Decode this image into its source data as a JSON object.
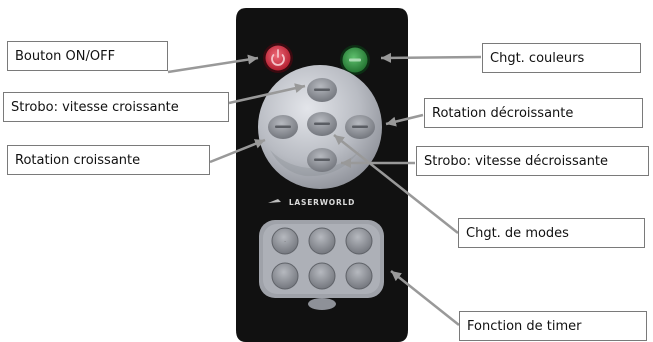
{
  "callouts": {
    "on_off": "Bouton ON/OFF",
    "colors": "Chgt. couleurs",
    "strobe_up": "Strobo: vitesse croissante",
    "rotation_down": "Rotation décroissante",
    "rotation_up": "Rotation croissante",
    "strobe_down": "Strobo: vitesse décroissante",
    "modes": "Chgt. de modes",
    "timer": "Fonction de timer"
  },
  "remote": {
    "brand": "LASERWORLD",
    "brand_sub": "",
    "power_icon": "power-icon"
  },
  "colors": {
    "remote_body": "#111111",
    "power_button": "#c8283a",
    "color_button": "#2e8a3e",
    "pad": "#b9bcc3",
    "button_grey": "#8c8f96",
    "arrow": "#999999",
    "callout_border": "#7a7a7a"
  }
}
